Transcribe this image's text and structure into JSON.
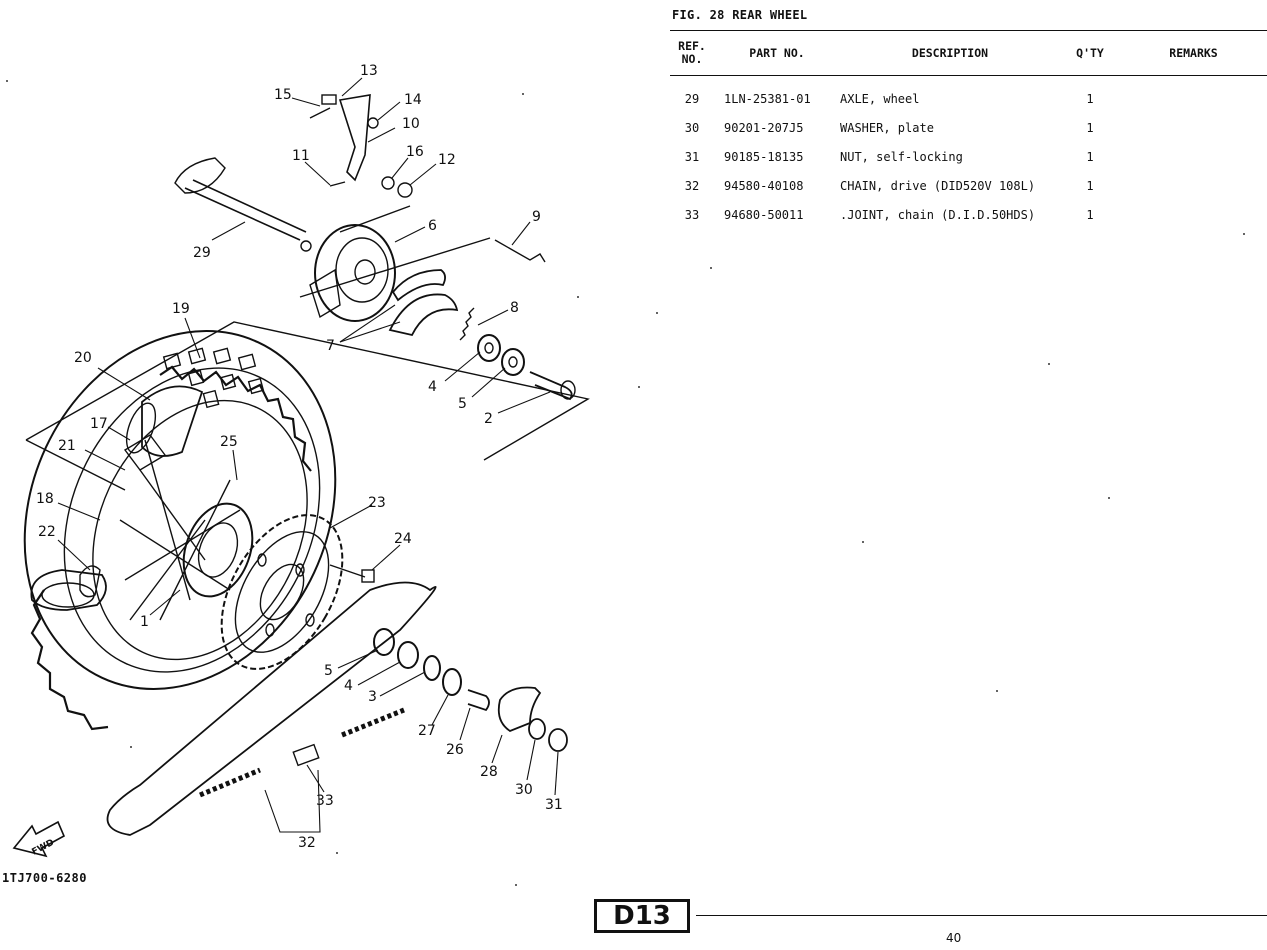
{
  "figure": {
    "title": "FIG. 28  REAR WHEEL"
  },
  "table": {
    "headers": {
      "ref_no_line1": "REF.",
      "ref_no_line2": "NO.",
      "part_no": "PART NO.",
      "description": "DESCRIPTION",
      "qty": "Q'TY",
      "remarks": "REMARKS"
    },
    "rows": [
      {
        "ref": "29",
        "part": "1LN-25381-01",
        "desc": "AXLE, wheel",
        "qty": "1",
        "remarks": ""
      },
      {
        "ref": "30",
        "part": "90201-207J5",
        "desc": "WASHER, plate",
        "qty": "1",
        "remarks": ""
      },
      {
        "ref": "31",
        "part": "90185-18135",
        "desc": "NUT, self-locking",
        "qty": "1",
        "remarks": ""
      },
      {
        "ref": "32",
        "part": "94580-40108",
        "desc": "CHAIN, drive (DID520V 108L)",
        "qty": "1",
        "remarks": ""
      },
      {
        "ref": "33",
        "part": "94680-50011",
        "desc": ".JOINT, chain (D.I.D.50HDS)",
        "qty": "1",
        "remarks": ""
      }
    ]
  },
  "diagram": {
    "code": "1TJ700-6280",
    "fwd_label": "FWD",
    "callouts": {
      "c1": "1",
      "c2": "2",
      "c3": "3",
      "c4a": "4",
      "c4b": "4",
      "c5a": "5",
      "c5b": "5",
      "c6": "6",
      "c7": "7",
      "c8": "8",
      "c9": "9",
      "c10": "10",
      "c11": "11",
      "c12": "12",
      "c13": "13",
      "c14": "14",
      "c15": "15",
      "c16": "16",
      "c17": "17",
      "c18": "18",
      "c19": "19",
      "c20": "20",
      "c21": "21",
      "c22": "22",
      "c23": "23",
      "c24": "24",
      "c25": "25",
      "c26": "26",
      "c27": "27",
      "c28": "28",
      "c29": "29",
      "c30": "30",
      "c31": "31",
      "c32": "32",
      "c33": "33"
    }
  },
  "footer": {
    "section_badge": "D13",
    "page_number": "40"
  }
}
